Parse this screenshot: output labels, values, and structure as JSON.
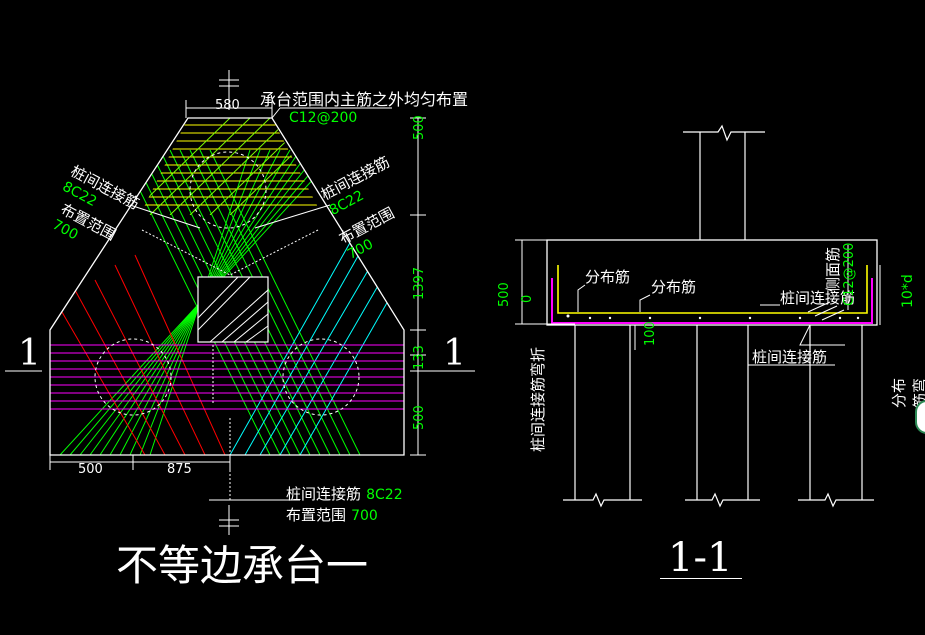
{
  "colors": {
    "background": "#000000",
    "white": "#ffffff",
    "green": "#00ff00",
    "yellow": "#ffff00",
    "magenta": "#ff00ff",
    "red": "#ff0000",
    "cyan": "#00ffff",
    "orange": "#ff8c00"
  },
  "left": {
    "caption": "不等边承台一",
    "section_mark_left": "1",
    "section_mark_right": "1",
    "top_note": "承台范围内主筋之外均匀布置",
    "top_rebar": "C12@200",
    "dim_top_width": "580",
    "dim_right": [
      "500",
      "1397",
      "133",
      "500"
    ],
    "dim_bottom": [
      "500",
      "875"
    ],
    "left_label": {
      "title": "桩间连接筋",
      "spec": "8C22",
      "range_title": "布置范围",
      "range": "700"
    },
    "right_label": {
      "title": "桩间连接筋",
      "spec": "8C22",
      "range_title": "布置范围",
      "range": "700"
    },
    "bottom_label": {
      "title": "桩间连接筋",
      "spec": "8C22",
      "range_title": "布置范围",
      "range": "700"
    }
  },
  "right": {
    "caption": "1-1",
    "label_distribution_1": "分布筋",
    "label_distribution_2": "分布筋",
    "label_side_rebar": "侧面筋",
    "label_side_spec": "C12@200",
    "label_connect_1": "桩间连接筋",
    "label_connect_2": "桩间连接筋",
    "label_connect_bend": "桩间连接筋弯折",
    "label_dist_bend": "分布筋弯折",
    "label_bend_len": "10*d",
    "dim_height": "500",
    "dim_zero": "0",
    "dim_100": "100"
  }
}
